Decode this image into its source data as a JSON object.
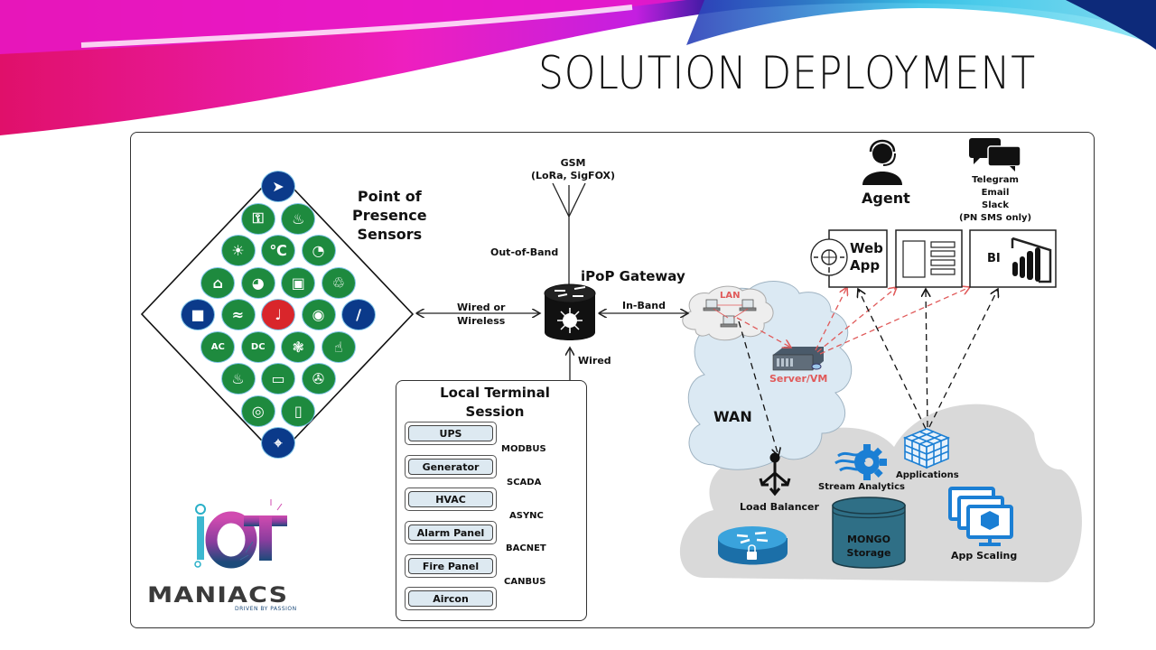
{
  "slide": {
    "title": "SOLUTION DEPLOYMENT"
  },
  "sensors": {
    "heading_line1": "Point of",
    "heading_line2": "Presence",
    "heading_line3": "Sensors",
    "icons": [
      {
        "name": "compass-icon",
        "color": "#0b3a8a"
      },
      {
        "name": "key-icon",
        "color": "#1e8a3e"
      },
      {
        "name": "smoke-detector-icon",
        "color": "#1e8a3e"
      },
      {
        "name": "sun-heat-icon",
        "color": "#1e8a3e"
      },
      {
        "name": "thermometer-icon",
        "color": "#1e8a3e"
      },
      {
        "name": "gauge-icon",
        "color": "#1e8a3e"
      },
      {
        "name": "flood-house-icon",
        "color": "#1e8a3e"
      },
      {
        "name": "speedometer-icon",
        "color": "#1e8a3e"
      },
      {
        "name": "chip-icon",
        "color": "#1e8a3e"
      },
      {
        "name": "fire-icon",
        "color": "#1e8a3e"
      },
      {
        "name": "camera-icon",
        "color": "#0b3a8a"
      },
      {
        "name": "airflow-icon",
        "color": "#1e8a3e"
      },
      {
        "name": "microphone-icon",
        "color": "#d9262b"
      },
      {
        "name": "water-drop-icon",
        "color": "#1e8a3e"
      },
      {
        "name": "fiber-cable-icon",
        "color": "#0b3a8a"
      },
      {
        "name": "ac-meter-icon",
        "color": "#1e8a3e"
      },
      {
        "name": "dc-meter-icon",
        "color": "#1e8a3e"
      },
      {
        "name": "anemometer-icon",
        "color": "#1e8a3e"
      },
      {
        "name": "touch-icon",
        "color": "#1e8a3e"
      },
      {
        "name": "gas-leak-icon",
        "color": "#1e8a3e"
      },
      {
        "name": "battery-icon",
        "color": "#1e8a3e"
      },
      {
        "name": "fan-flow-icon",
        "color": "#1e8a3e"
      },
      {
        "name": "pressure-gauge-icon",
        "color": "#1e8a3e"
      },
      {
        "name": "vibration-phone-icon",
        "color": "#1e8a3e"
      },
      {
        "name": "location-map-icon",
        "color": "#0b3a8a"
      }
    ],
    "ac_label": "AC",
    "dc_label": "DC"
  },
  "gateway": {
    "title": "iPoP Gateway",
    "gsm_line1": "GSM",
    "gsm_line2": "(LoRa, SigFOX)",
    "out_of_band": "Out-of-Band",
    "wired_or_line1": "Wired or",
    "wired_or_line2": "Wireless",
    "in_band": "In-Band",
    "wired": "Wired"
  },
  "local_terminal": {
    "title_line1": "Local Terminal",
    "title_line2": "Session",
    "devices": [
      "UPS",
      "Generator",
      "HVAC",
      "Alarm Panel",
      "Fire Panel",
      "Aircon"
    ],
    "protocols": [
      "MODBUS",
      "SCADA",
      "ASYNC",
      "BACNET",
      "CANBUS"
    ]
  },
  "network": {
    "lan": "LAN",
    "server": "Server/VM",
    "wan": "WAN",
    "load_balancer": "Load Balancer",
    "stream_analytics": "Stream Analytics",
    "applications": "Applications",
    "mongo_line1": "MONGO",
    "mongo_line2": "Storage",
    "app_scaling": "App Scaling"
  },
  "clients": {
    "agent": "Agent",
    "notify_lines": [
      "Telegram",
      "Email",
      "Slack",
      "(PN SMS only)"
    ],
    "web_line1": "Web",
    "web_line2": "App",
    "bi": "BI"
  },
  "logo": {
    "top": "IOT",
    "name": "MANIACS",
    "tagline": "DRIVEN BY PASSION"
  },
  "colors": {
    "sensor_green": "#1e8a3e",
    "sensor_blue": "#0b3a8a",
    "sensor_red": "#d9262b",
    "azure_blue": "#1b7fd4",
    "dashed_red": "#e05a5a",
    "cloud_blue": "#dbe9f3",
    "cloud_gray": "#d9d9d9",
    "mongo_teal": "#2f6f86"
  }
}
